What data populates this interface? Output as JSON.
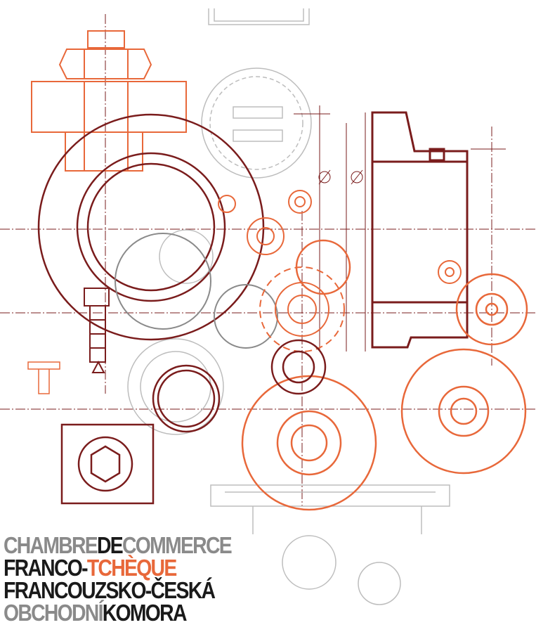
{
  "logo": {
    "line1": {
      "part1": "CHAMBRE",
      "part2": "DE",
      "part3": "COMMERCE"
    },
    "line2": {
      "part1": "FRANCO-",
      "part2": "TCHÈQUE"
    },
    "line3": {
      "text": "FRANCOUZSKO-ČESKÁ"
    },
    "line4": {
      "part1": "OBCHODNÍ",
      "part2": "KOMORA"
    }
  },
  "colors": {
    "orange": "#e8683a",
    "dark_red": "#7a1c1c",
    "grey": "#8a8a8a",
    "light_grey": "#c8c8c8",
    "black": "#1a1a1a"
  }
}
